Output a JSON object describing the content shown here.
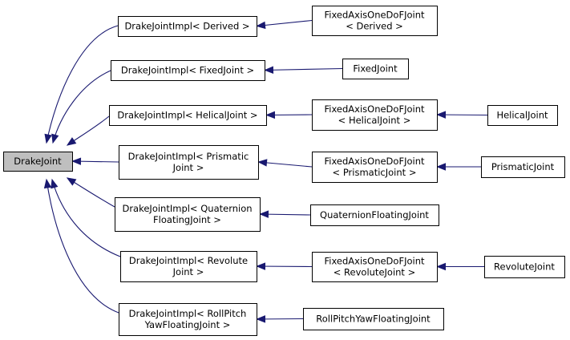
{
  "diagram": {
    "nodes": [
      {
        "id": "drake_joint",
        "lines": [
          "DrakeJoint"
        ],
        "root": true
      },
      {
        "id": "impl_derived",
        "lines": [
          "DrakeJointImpl< Derived >"
        ]
      },
      {
        "id": "impl_fixed",
        "lines": [
          "DrakeJointImpl< FixedJoint >"
        ]
      },
      {
        "id": "impl_helical",
        "lines": [
          "DrakeJointImpl< HelicalJoint >"
        ]
      },
      {
        "id": "impl_prismatic",
        "lines": [
          "DrakeJointImpl< Prismatic",
          "Joint >"
        ]
      },
      {
        "id": "impl_quaternion",
        "lines": [
          "DrakeJointImpl< Quaternion",
          "FloatingJoint >"
        ]
      },
      {
        "id": "impl_revolute",
        "lines": [
          "DrakeJointImpl< Revolute",
          "Joint >"
        ]
      },
      {
        "id": "impl_rpy",
        "lines": [
          "DrakeJointImpl< RollPitch",
          "YawFloatingJoint >"
        ]
      },
      {
        "id": "faod_derived",
        "lines": [
          "FixedAxisOneDoFJoint",
          "< Derived >"
        ]
      },
      {
        "id": "fixed_joint",
        "lines": [
          "FixedJoint"
        ]
      },
      {
        "id": "faod_helical",
        "lines": [
          "FixedAxisOneDoFJoint",
          "< HelicalJoint >"
        ]
      },
      {
        "id": "faod_prismatic",
        "lines": [
          "FixedAxisOneDoFJoint",
          "< PrismaticJoint >"
        ]
      },
      {
        "id": "quaternion_joint",
        "lines": [
          "QuaternionFloatingJoint"
        ]
      },
      {
        "id": "faod_revolute",
        "lines": [
          "FixedAxisOneDoFJoint",
          "< RevoluteJoint >"
        ]
      },
      {
        "id": "rpy_joint",
        "lines": [
          "RollPitchYawFloatingJoint"
        ]
      },
      {
        "id": "helical_joint",
        "lines": [
          "HelicalJoint"
        ]
      },
      {
        "id": "prismatic_joint",
        "lines": [
          "PrismaticJoint"
        ]
      },
      {
        "id": "revolute_joint",
        "lines": [
          "RevoluteJoint"
        ]
      }
    ],
    "edges": [
      {
        "from": "impl_derived",
        "to": "drake_joint"
      },
      {
        "from": "impl_fixed",
        "to": "drake_joint"
      },
      {
        "from": "impl_helical",
        "to": "drake_joint"
      },
      {
        "from": "impl_prismatic",
        "to": "drake_joint"
      },
      {
        "from": "impl_quaternion",
        "to": "drake_joint"
      },
      {
        "from": "impl_revolute",
        "to": "drake_joint"
      },
      {
        "from": "impl_rpy",
        "to": "drake_joint"
      },
      {
        "from": "faod_derived",
        "to": "impl_derived"
      },
      {
        "from": "fixed_joint",
        "to": "impl_fixed"
      },
      {
        "from": "faod_helical",
        "to": "impl_helical"
      },
      {
        "from": "faod_prismatic",
        "to": "impl_prismatic"
      },
      {
        "from": "quaternion_joint",
        "to": "impl_quaternion"
      },
      {
        "from": "faod_revolute",
        "to": "impl_revolute"
      },
      {
        "from": "rpy_joint",
        "to": "impl_rpy"
      },
      {
        "from": "helical_joint",
        "to": "faod_helical"
      },
      {
        "from": "prismatic_joint",
        "to": "faod_prismatic"
      },
      {
        "from": "revolute_joint",
        "to": "faod_revolute"
      }
    ]
  }
}
